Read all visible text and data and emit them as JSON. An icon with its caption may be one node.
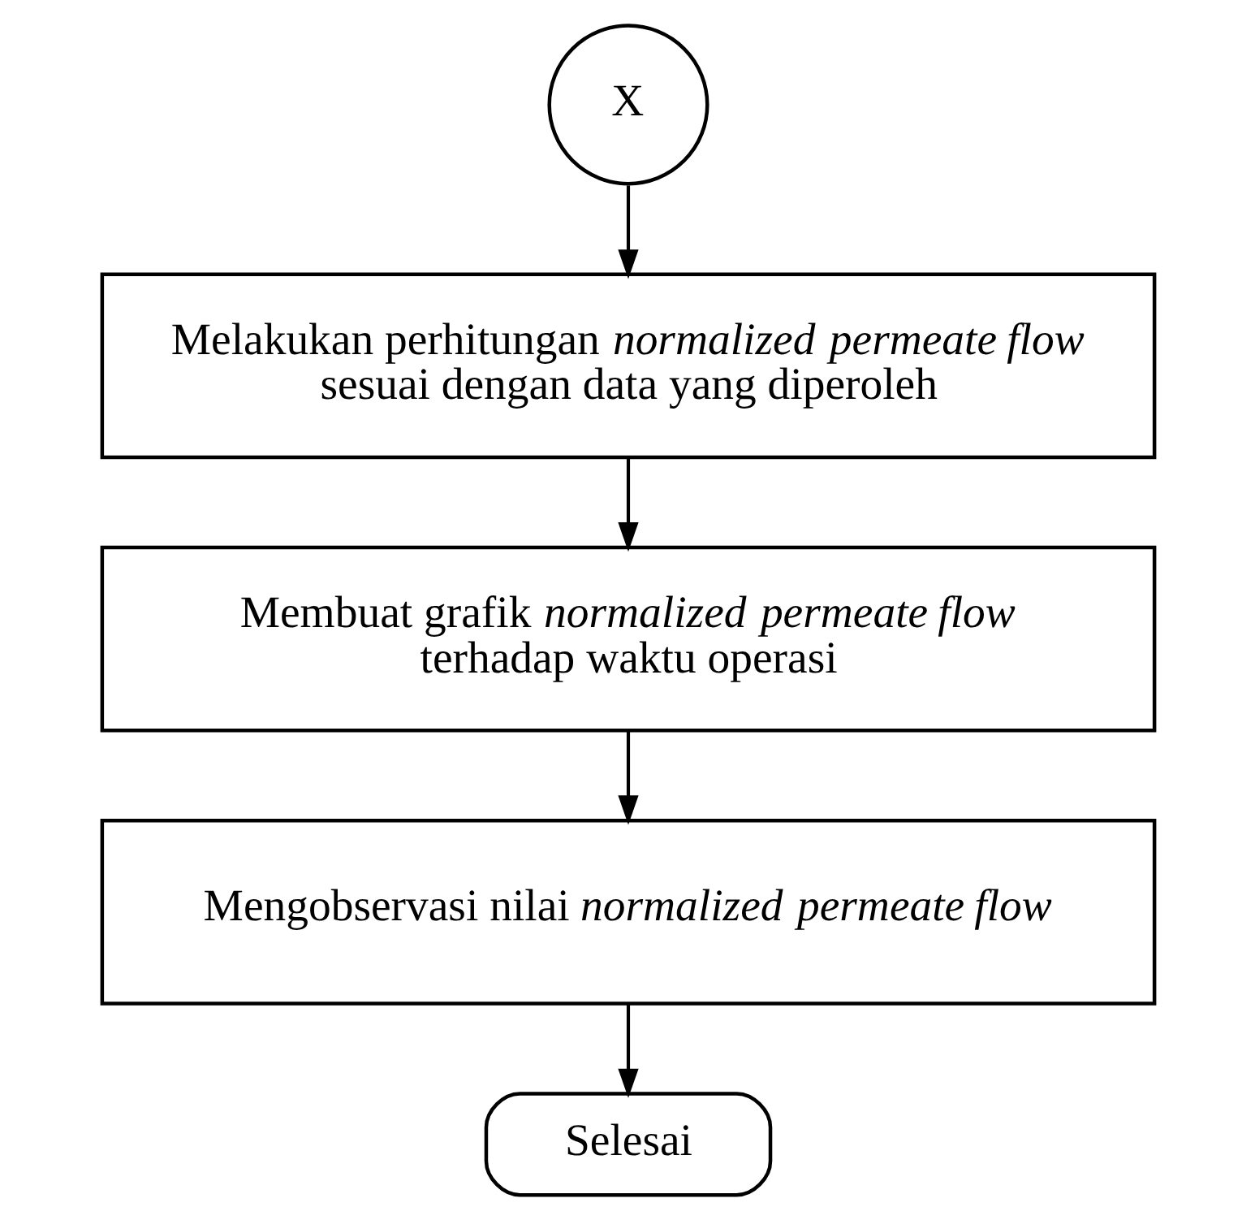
{
  "diagram": {
    "nodes": [
      {
        "text": [
          "X"
        ]
      },
      {
        "text": [
          "Melakukan perhitungan *normalized permeate flow* sesuai dengan data yang diperoleh"
        ]
      },
      {
        "text": [
          "Membuat grafik *normalized permeate flow* terhadap waktu operasi"
        ]
      },
      {
        "text": [
          "Mengobservasi nilai *normalized permeate flow*"
        ]
      },
      {
        "text": [
          "Selesai"
        ]
      }
    ],
    "edges": [
      {
        "from": 0,
        "to": 1,
        "arrow": "to"
      },
      {
        "from": 1,
        "to": 2,
        "arrow": "to"
      },
      {
        "from": 2,
        "to": 3,
        "arrow": "to"
      },
      {
        "from": 3,
        "to": 4,
        "arrow": "to"
      }
    ]
  }
}
